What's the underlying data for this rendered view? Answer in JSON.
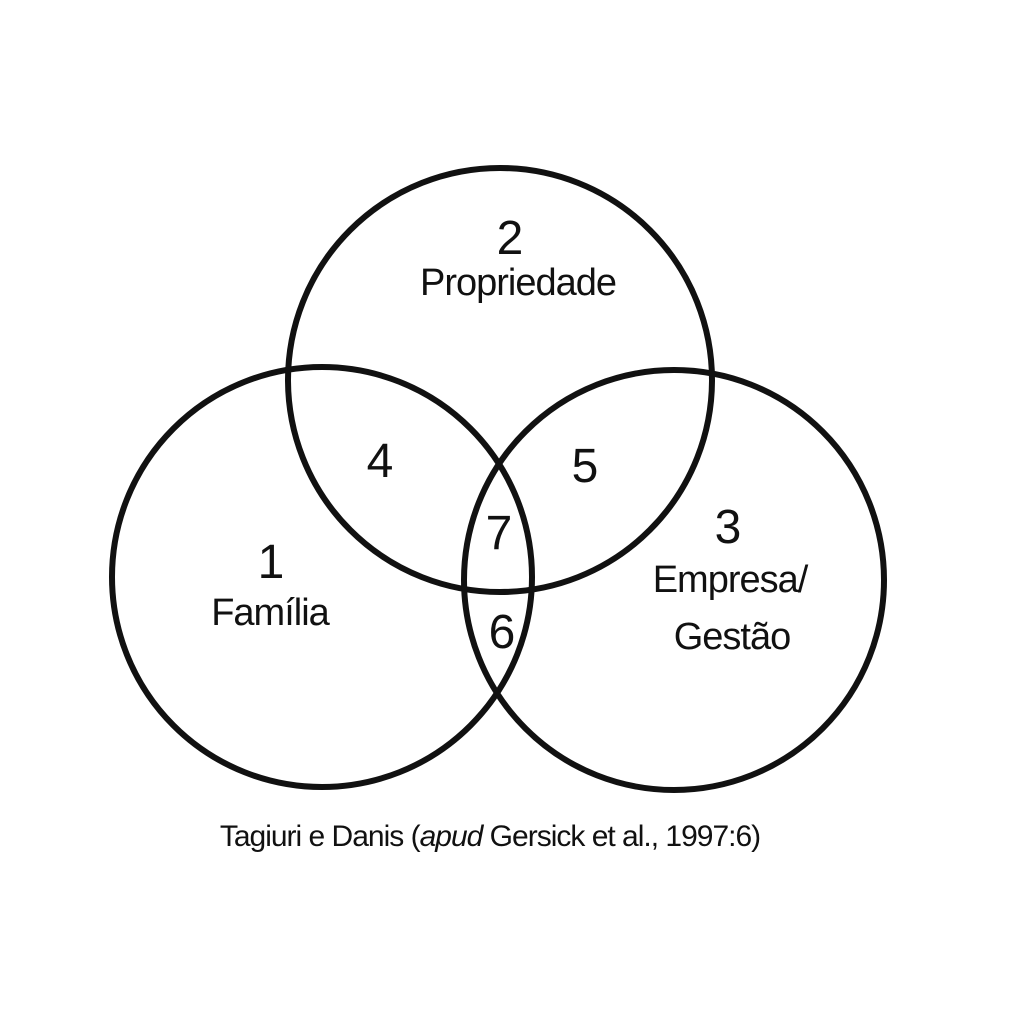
{
  "circles": {
    "familia": {
      "number": "1",
      "label": "Família"
    },
    "propriedade": {
      "number": "2",
      "label": "Propriedade"
    },
    "empresa": {
      "number": "3",
      "label_line1": "Empresa/",
      "label_line2": "Gestão"
    }
  },
  "regions": {
    "r4": "4",
    "r5": "5",
    "r6": "6",
    "r7": "7"
  },
  "caption": {
    "before": "Tagiuri e Danis (",
    "italic": "apud",
    "after": " Gersick et al., 1997:6)"
  },
  "colors": {
    "stroke": "#111111",
    "background": "#ffffff"
  }
}
